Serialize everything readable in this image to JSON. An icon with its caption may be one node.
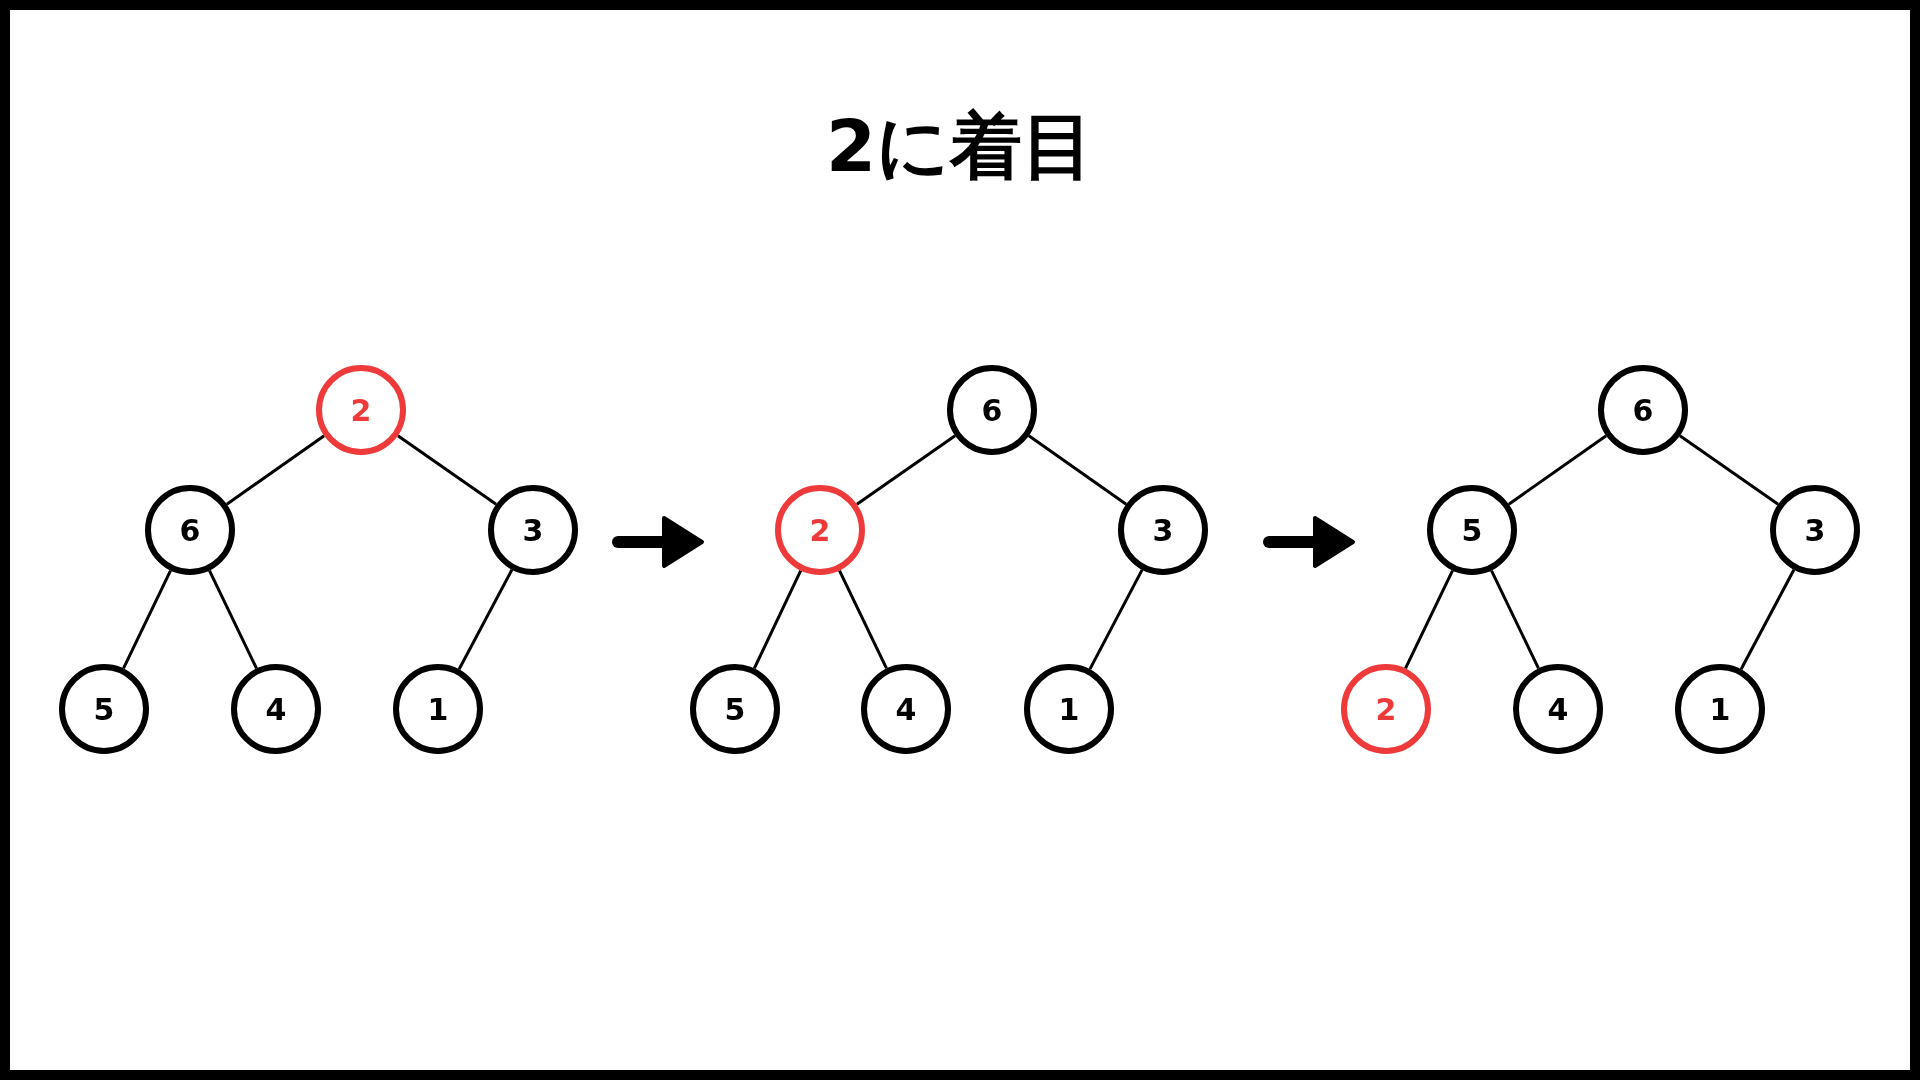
{
  "diagram": {
    "title": "2に着目",
    "nodes": [
      {
        "text": [
          "2"
        ]
      },
      {
        "text": [
          "6"
        ]
      },
      {
        "text": [
          "3"
        ]
      },
      {
        "text": [
          "5"
        ]
      },
      {
        "text": [
          "4"
        ]
      },
      {
        "text": [
          "1"
        ]
      },
      {
        "text": [
          "6"
        ]
      },
      {
        "text": [
          "2"
        ]
      },
      {
        "text": [
          "3"
        ]
      },
      {
        "text": [
          "5"
        ]
      },
      {
        "text": [
          "4"
        ]
      },
      {
        "text": [
          "1"
        ]
      },
      {
        "text": [
          "6"
        ]
      },
      {
        "text": [
          "5"
        ]
      },
      {
        "text": [
          "3"
        ]
      },
      {
        "text": [
          "2"
        ]
      },
      {
        "text": [
          "4"
        ]
      },
      {
        "text": [
          "1"
        ]
      }
    ],
    "edges": [
      {
        "from": 0,
        "to": 1,
        "arrow": "none"
      },
      {
        "from": 0,
        "to": 2,
        "arrow": "none"
      },
      {
        "from": 1,
        "to": 3,
        "arrow": "none"
      },
      {
        "from": 1,
        "to": 4,
        "arrow": "none"
      },
      {
        "from": 2,
        "to": 5,
        "arrow": "none"
      },
      {
        "from": 6,
        "to": 7,
        "arrow": "none"
      },
      {
        "from": 6,
        "to": 8,
        "arrow": "none"
      },
      {
        "from": 7,
        "to": 9,
        "arrow": "none"
      },
      {
        "from": 7,
        "to": 10,
        "arrow": "none"
      },
      {
        "from": 8,
        "to": 11,
        "arrow": "none"
      },
      {
        "from": 12,
        "to": 13,
        "arrow": "none"
      },
      {
        "from": 12,
        "to": 14,
        "arrow": "none"
      },
      {
        "from": 13,
        "to": 15,
        "arrow": "none"
      },
      {
        "from": 13,
        "to": 16,
        "arrow": "none"
      },
      {
        "from": 14,
        "to": 17,
        "arrow": "none"
      }
    ]
  }
}
